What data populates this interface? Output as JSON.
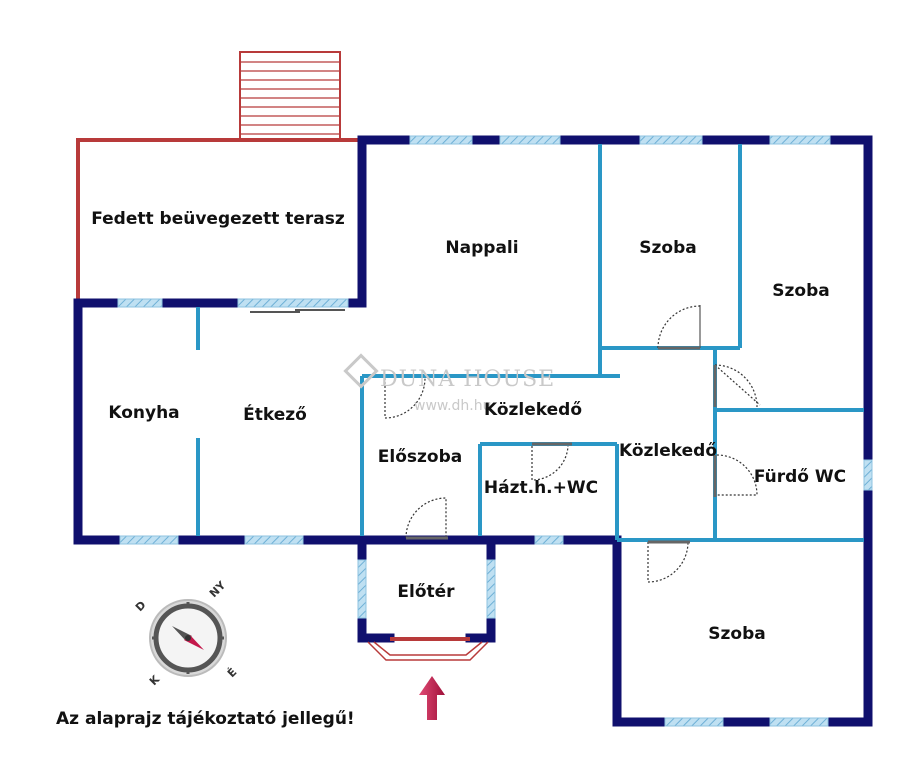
{
  "rooms": {
    "terrace": "Fedett beüvegezett terasz",
    "living": "Nappali",
    "room_small": "Szoba",
    "room_right": "Szoba",
    "kitchen": "Konyha",
    "dining": "Étkező",
    "corridor_h": "Közlekedő",
    "corridor_v": "Közlekedő",
    "hall": "Előszoba",
    "utility": "Házt.h.+WC",
    "bath": "Fürdő WC",
    "entrance": "Előtér",
    "room_bottom": "Szoba"
  },
  "watermark": {
    "brand": "DUNA HOUSE",
    "url": "www.dh.hu"
  },
  "compass": {
    "n": "É",
    "s": "D",
    "e": "K",
    "w": "NY"
  },
  "disclaimer": "Az alaprajz tájékoztató jellegű!",
  "colors": {
    "outer_wall": "#10106e",
    "inner_wall": "#2a97c6",
    "terrace_wall": "#b83a3a",
    "window": "#8fc3e0",
    "door_arc": "#333333",
    "arrow": "#c4184b"
  }
}
